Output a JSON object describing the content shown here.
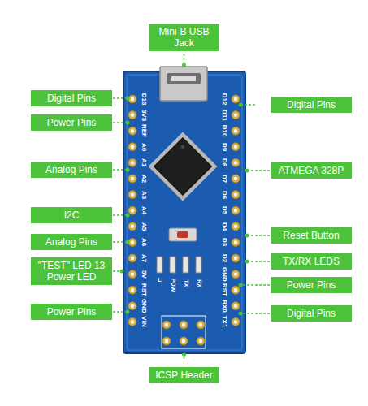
{
  "diagram": {
    "nodes": [
      {
        "text": [
          "Mini-B USB Jack"
        ]
      },
      {
        "text": [
          "Digital Pins"
        ]
      },
      {
        "text": [
          "Digital Pins"
        ]
      },
      {
        "text": [
          "Power Pins"
        ]
      },
      {
        "text": [
          "Analog Pins"
        ]
      },
      {
        "text": [
          "ATMEGA 328P"
        ]
      },
      {
        "text": [
          "I2C"
        ]
      },
      {
        "text": [
          "Reset Button"
        ]
      },
      {
        "text": [
          "Analog Pins"
        ]
      },
      {
        "text": [
          "TX/RX LEDS"
        ]
      },
      {
        "text": [
          "\"TEST\" LED 13 Power LED"
        ]
      },
      {
        "text": [
          "Power Pins"
        ]
      },
      {
        "text": [
          "Power Pins"
        ]
      },
      {
        "text": [
          "Digital Pins"
        ]
      },
      {
        "text": [
          "ICSP Header"
        ]
      }
    ],
    "labels": [
      "D13",
      "3V3",
      "REF",
      "A0",
      "A1",
      "A2",
      "A3",
      "A4",
      "A5",
      "A6",
      "A7",
      "5V",
      "RST",
      "GND",
      "VIN",
      "D12",
      "D11",
      "D10",
      "D9",
      "D8",
      "D7",
      "D6",
      "D5",
      "D4",
      "D3",
      "D2",
      "GND",
      "RST",
      "RX0",
      "TX1",
      "L",
      "POW",
      "TX",
      "RX"
    ]
  }
}
